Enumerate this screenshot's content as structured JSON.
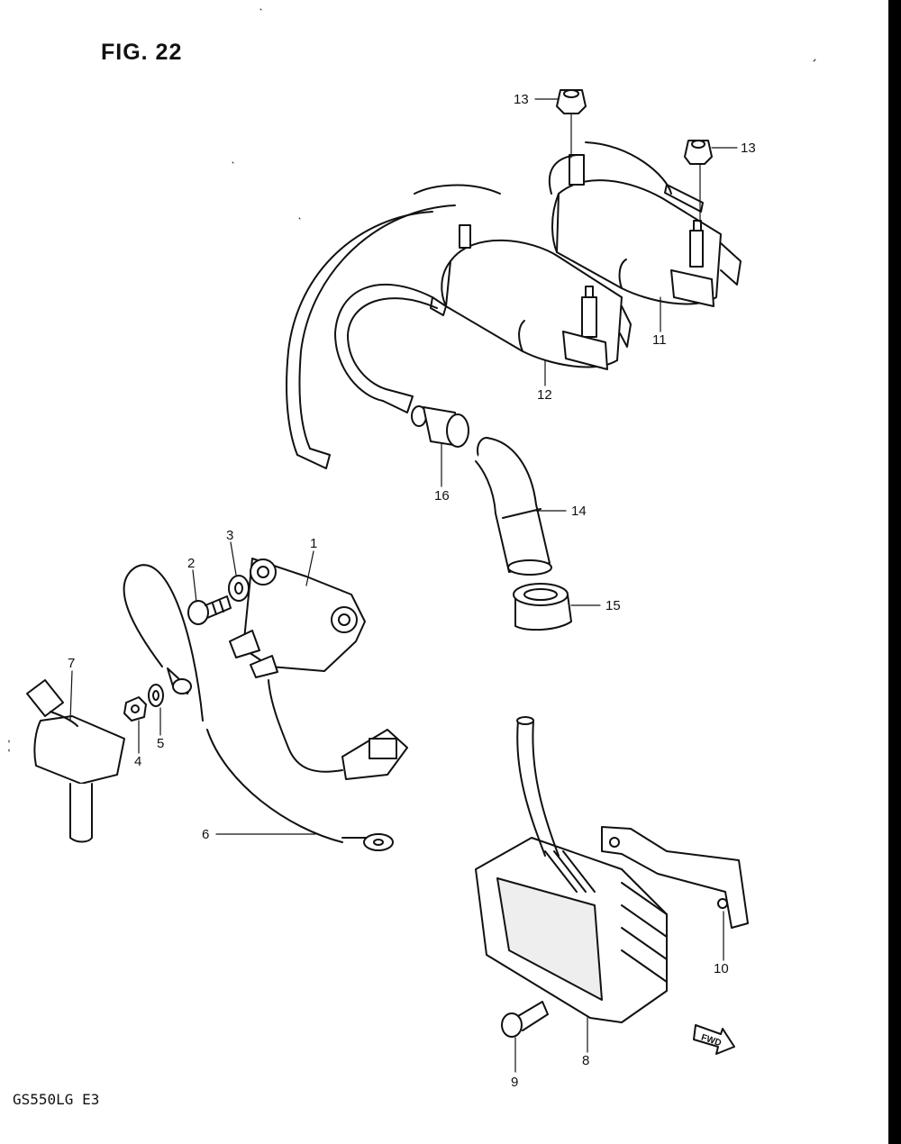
{
  "figure": {
    "title": "FIG. 22",
    "model_code": "GS550LG E3",
    "fwd_marker": "FWD"
  },
  "callouts": [
    {
      "id": "1",
      "label": "1"
    },
    {
      "id": "2",
      "label": "2"
    },
    {
      "id": "3",
      "label": "3"
    },
    {
      "id": "4",
      "label": "4"
    },
    {
      "id": "5",
      "label": "5"
    },
    {
      "id": "6",
      "label": "6"
    },
    {
      "id": "7",
      "label": "7"
    },
    {
      "id": "8",
      "label": "8"
    },
    {
      "id": "9",
      "label": "9"
    },
    {
      "id": "10",
      "label": "10"
    },
    {
      "id": "11",
      "label": "11"
    },
    {
      "id": "12",
      "label": "12"
    },
    {
      "id": "13a",
      "label": "13"
    },
    {
      "id": "13b",
      "label": "13"
    },
    {
      "id": "14",
      "label": "14"
    },
    {
      "id": "15",
      "label": "15"
    },
    {
      "id": "16",
      "label": "16"
    }
  ],
  "colors": {
    "ink": "#111111",
    "paper": "#ffffff"
  }
}
